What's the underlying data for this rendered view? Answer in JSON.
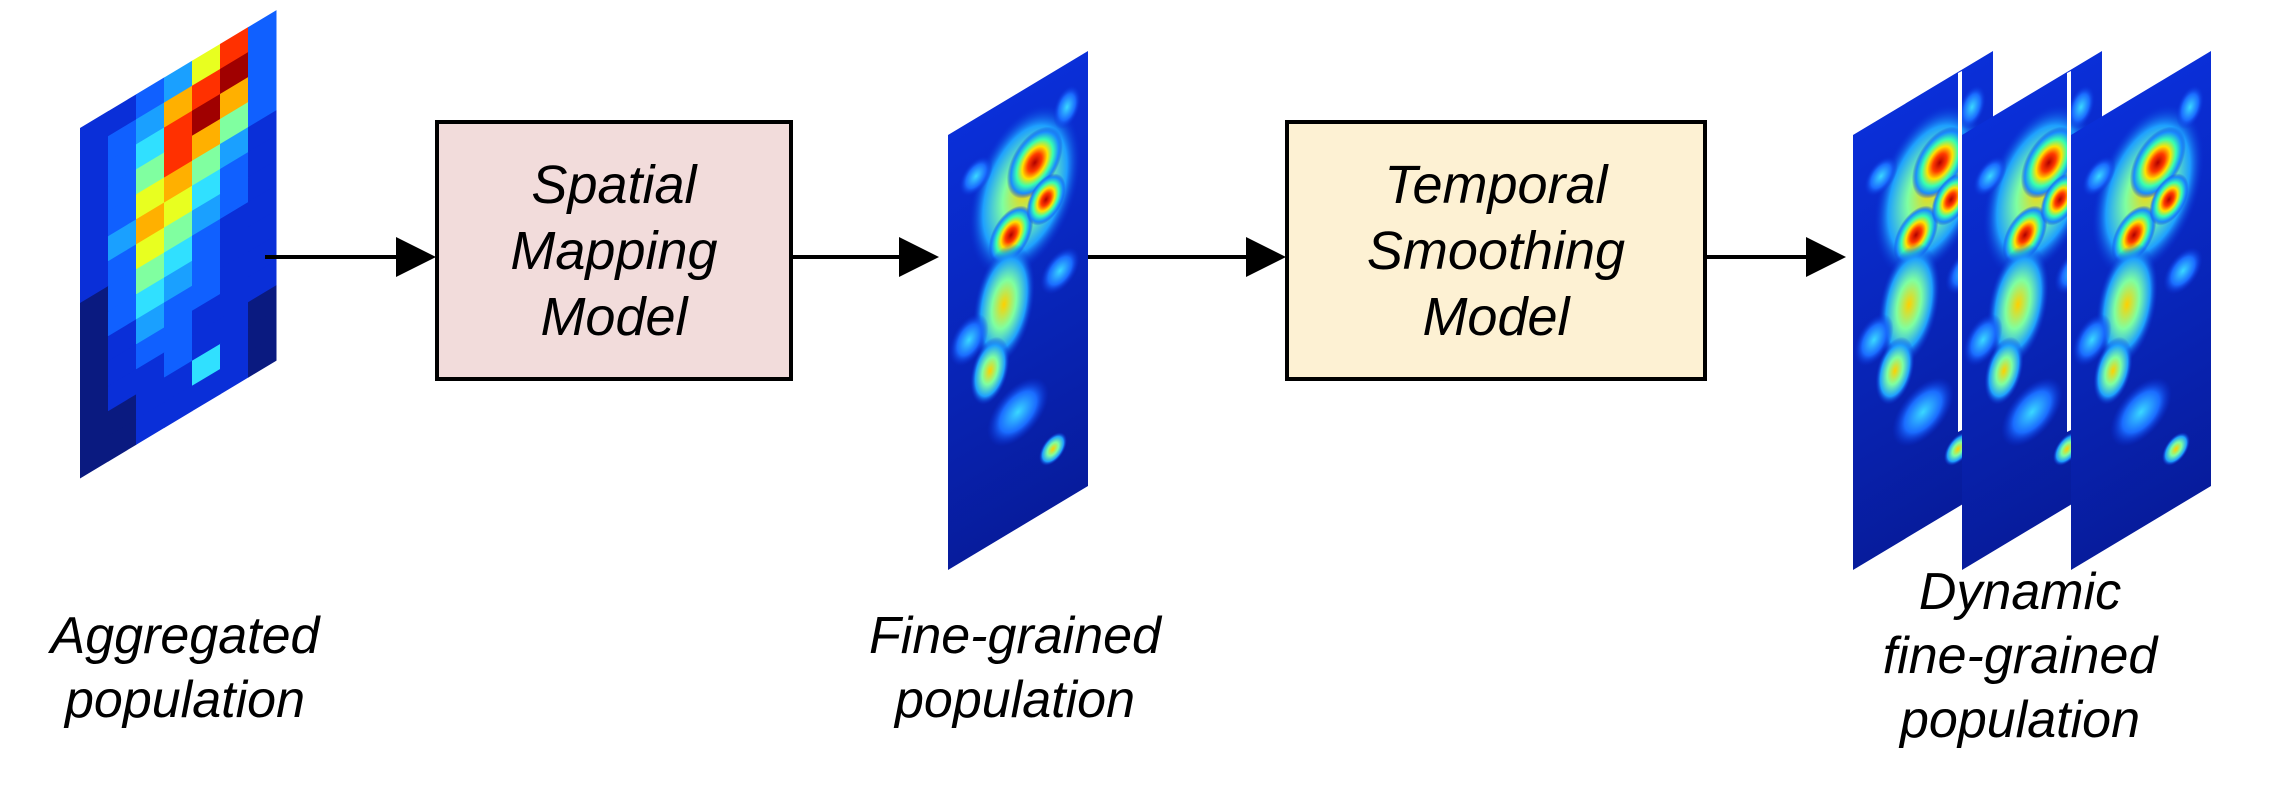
{
  "stages": {
    "aggregated": {
      "label_line1": "Aggregated",
      "label_line2": "population"
    },
    "spatial_model": {
      "line1": "Spatial",
      "line2": "Mapping",
      "line3": "Model",
      "fill": "#f2dcdb"
    },
    "fine_grained": {
      "label_line1": "Fine-grained",
      "label_line2": "population"
    },
    "temporal_model": {
      "line1": "Temporal",
      "line2": "Smoothing",
      "line3": "Model",
      "fill": "#fdf1d3"
    },
    "dynamic": {
      "label_line1": "Dynamic",
      "label_line2": "fine-grained",
      "label_line3": "population"
    }
  },
  "colors": {
    "arrow": "#000000",
    "box_border": "#000000"
  }
}
